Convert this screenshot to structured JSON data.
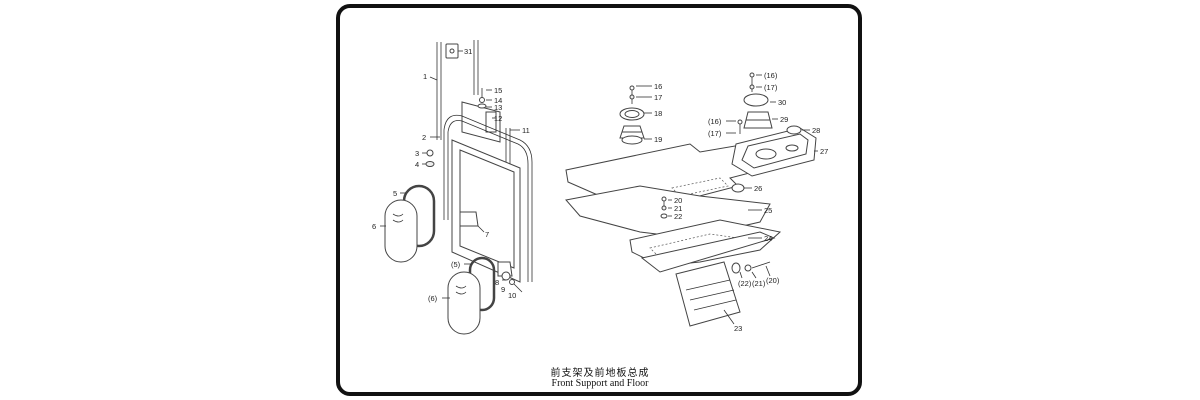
{
  "diagram": {
    "caption_zh": "前支架及前地板总成",
    "caption_en": "Front Support and Floor",
    "left_assembly_labels": [
      "31",
      "1",
      "15",
      "14",
      "13",
      "12",
      "11",
      "2",
      "3",
      "4",
      "5",
      "6",
      "7",
      "(5)",
      "(6)",
      "8",
      "9",
      "10"
    ],
    "right_assembly_labels": [
      "16",
      "17",
      "18",
      "19",
      "(16)",
      "(17)",
      "(17)",
      "(16)",
      "30",
      "29",
      "28",
      "27",
      "26",
      "25",
      "24",
      "20",
      "21",
      "22",
      "(22)",
      "(21)",
      "(20)",
      "23"
    ]
  }
}
